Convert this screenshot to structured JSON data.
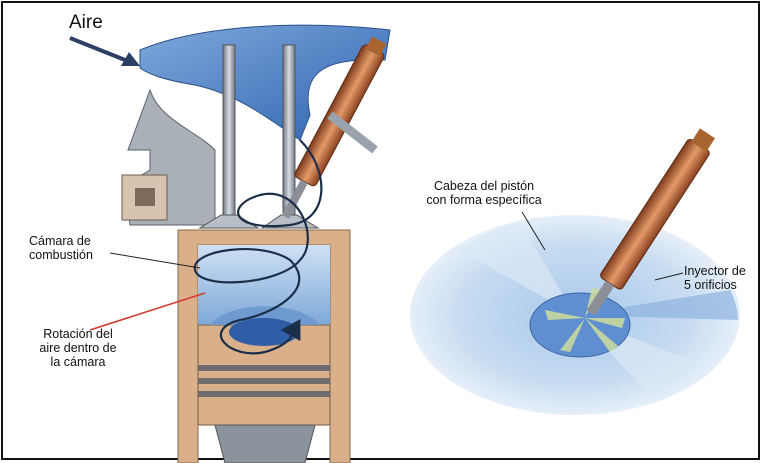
{
  "labels": {
    "aire": "Aire",
    "camara_line1": "Cámara de",
    "camara_line2": "combustión",
    "rotacion_line1": "Rotación del",
    "rotacion_line2": "aire dentro de",
    "rotacion_line3": "la cámara",
    "cabeza_line1": "Cabeza del pistón",
    "cabeza_line2": "con forma específica",
    "inyector_line1": "Inyector de",
    "inyector_line2": "5 orificios"
  },
  "colors": {
    "air_blue": "#3f78c8",
    "light_blue": "#a9c9ea",
    "metal_grey": "#9aa3ad",
    "injector_copper": "#b9653a",
    "red_pointer": "#d23a2e",
    "swirl_dark": "#1c2f4a",
    "piston_tan": "#d9b08a"
  }
}
